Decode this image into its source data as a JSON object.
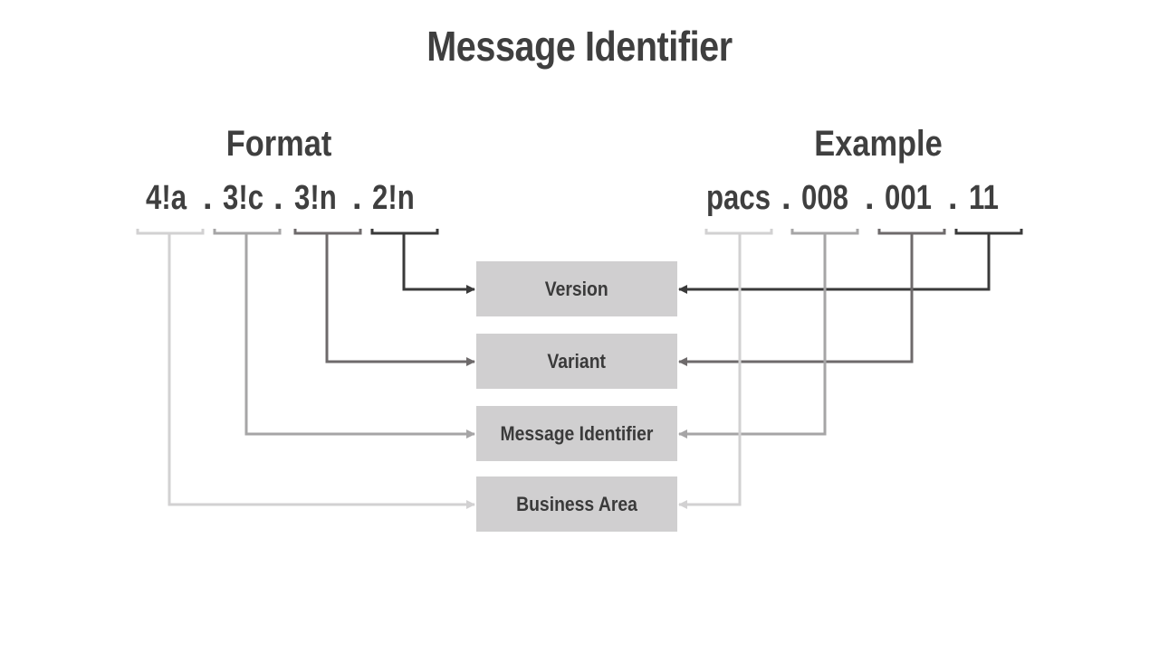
{
  "title": "Message Identifier",
  "format": {
    "heading": "Format",
    "segments": [
      "4!a",
      "3!c",
      "3!n",
      "2!n"
    ],
    "separator": "."
  },
  "example": {
    "heading": "Example",
    "segments": [
      "pacs",
      "008",
      "001",
      "11"
    ],
    "separator": "."
  },
  "components": [
    {
      "label": "Version",
      "color": "#3a3a3a",
      "format_segment": "2!n",
      "example_segment": "11"
    },
    {
      "label": "Variant",
      "color": "#6e6a6b",
      "format_segment": "3!n",
      "example_segment": "001"
    },
    {
      "label": "Message Identifier",
      "color": "#a6a5a6",
      "format_segment": "3!c",
      "example_segment": "008"
    },
    {
      "label": "Business Area",
      "color": "#d2d1d2",
      "format_segment": "4!a",
      "example_segment": "pacs"
    }
  ]
}
